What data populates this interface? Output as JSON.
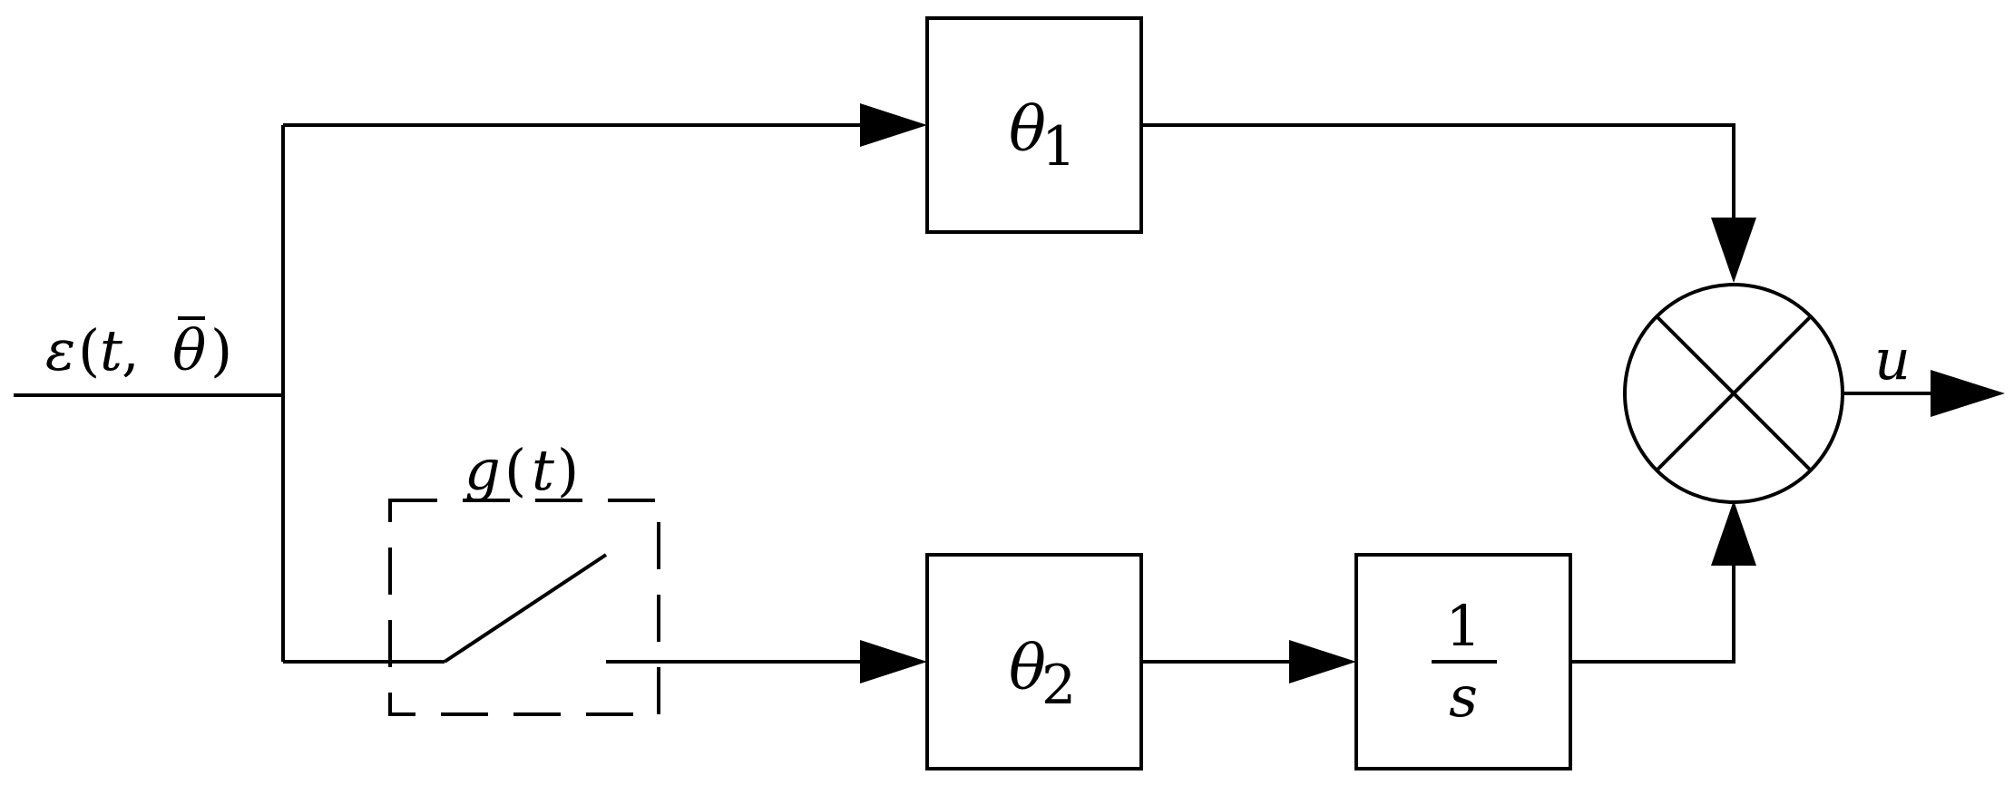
{
  "input_signal": {
    "text": "ε(t, θ)",
    "symbol": "ε",
    "open": "(",
    "t": "t",
    "sep": ",",
    "theta": "θ",
    "close": ")"
  },
  "switch_label": {
    "text": "g(t)",
    "g": "g",
    "open": "(",
    "t": "t",
    "close": ")"
  },
  "gain_block_1": {
    "symbol": "θ",
    "sub": "1"
  },
  "gain_block_2": {
    "symbol": "θ",
    "sub": "2"
  },
  "integrator_block": {
    "numerator": "1",
    "denominator": "s"
  },
  "multiplier": {
    "type": "multiplication-junction"
  },
  "output_signal": {
    "text": "u"
  }
}
